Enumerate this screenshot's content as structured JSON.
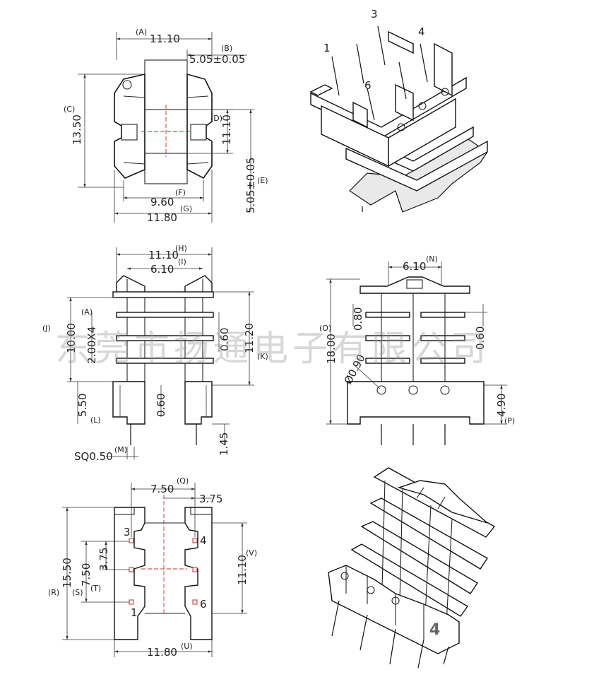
{
  "watermark": "东莞市扬通电子有限公司",
  "top_view": {
    "dims": {
      "A": {
        "label": "(A)",
        "value": "11.10"
      },
      "B": {
        "label": "(B)",
        "value": "5.05±0.05"
      },
      "C": {
        "label": "(C)",
        "value": "13.50"
      },
      "D": {
        "label": "(D)",
        "value": "11.10"
      },
      "E": {
        "label": "(E)",
        "value": "5.05±0.05"
      },
      "F": {
        "label": "(F)",
        "value": "9.60"
      },
      "G": {
        "label": "(G)",
        "value": "11.80"
      }
    }
  },
  "iso_top": {
    "pins": [
      "1",
      "3",
      "4",
      "6"
    ]
  },
  "front_view": {
    "dims": {
      "H": {
        "label": "(H)",
        "value": "11.10"
      },
      "I": {
        "label": "(I)",
        "value": "6.10"
      },
      "A2": {
        "label": "(A)",
        "value": "2.00X4"
      },
      "J": {
        "label": "(J)",
        "value": "10.00"
      },
      "K": {
        "label": "(K)",
        "value": "11.20"
      },
      "K060": {
        "value": "0.60"
      },
      "L": {
        "label": "(L)",
        "value": "5.50"
      },
      "L060": {
        "value": "0.60"
      },
      "M": {
        "label": "(M)",
        "value": "SQ0.50"
      },
      "D145": {
        "value": "1.45"
      }
    }
  },
  "side_view": {
    "dims": {
      "N": {
        "label": "(N)",
        "value": "6.10"
      },
      "O": {
        "label": "(O)",
        "value": "18.00"
      },
      "D080": {
        "value": "0.80"
      },
      "D060": {
        "value": "0.60"
      },
      "D090": {
        "value": "Ø0.90"
      },
      "P": {
        "label": "(P)",
        "value": "4.90"
      }
    }
  },
  "bottom_view": {
    "dims": {
      "Q": {
        "label": "(Q)",
        "value": "7.50"
      },
      "Q2": {
        "value": "3.75"
      },
      "R": {
        "label": "(R)",
        "value": "15.50"
      },
      "S": {
        "label": "(S)",
        "value": "7.50"
      },
      "T": {
        "label": "(T)",
        "value": "3.75"
      },
      "V": {
        "label": "(V)",
        "value": "11.10"
      },
      "U": {
        "label": "(U)",
        "value": "11.80"
      }
    },
    "pins": [
      "3",
      "4",
      "1",
      "6"
    ]
  },
  "iso_bottom": {
    "pin_label": "4"
  }
}
